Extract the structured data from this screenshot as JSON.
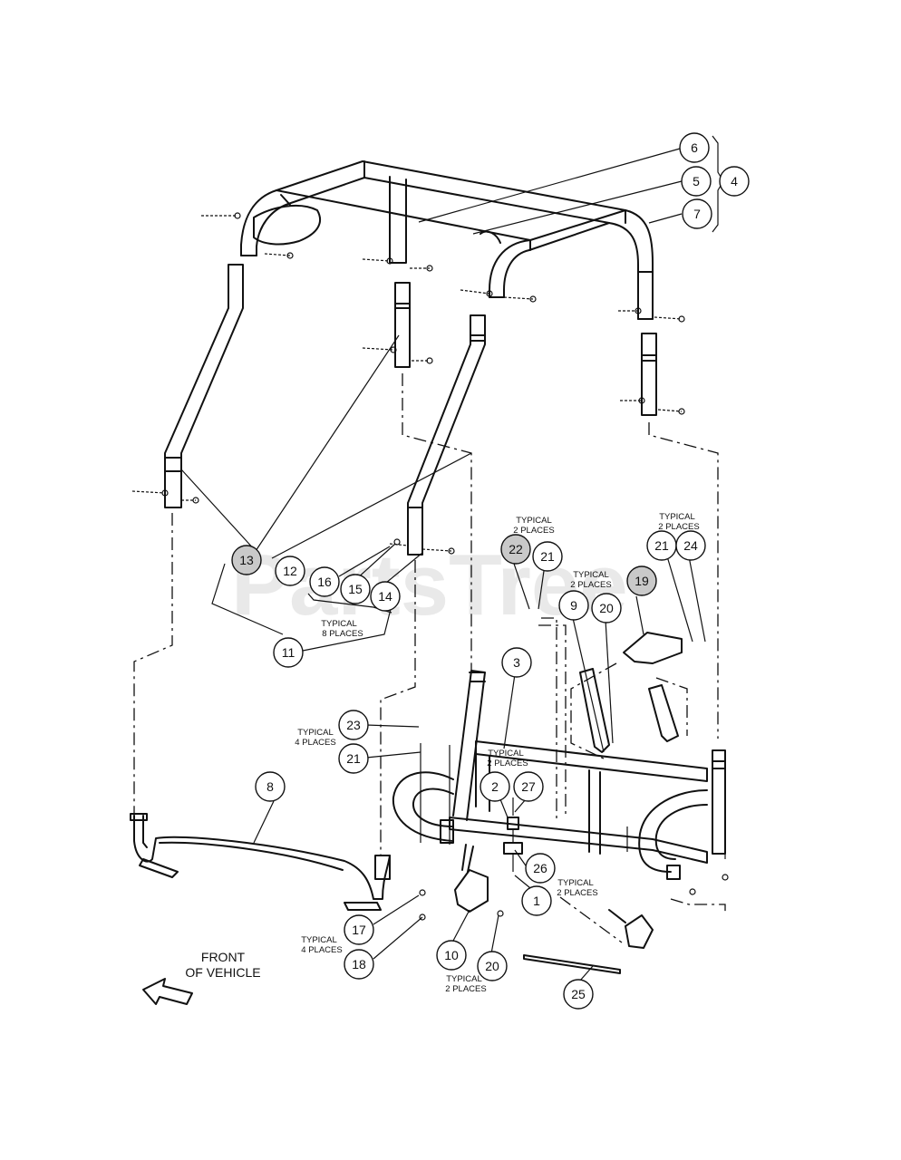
{
  "watermark": "PartsTree",
  "orientation": {
    "line1": "FRONT",
    "line2": "OF VEHICLE"
  },
  "callouts": [
    {
      "id": "c6",
      "label": "6",
      "shaded": false
    },
    {
      "id": "c5",
      "label": "5",
      "shaded": false
    },
    {
      "id": "c4",
      "label": "4",
      "shaded": false
    },
    {
      "id": "c7",
      "label": "7",
      "shaded": false
    },
    {
      "id": "c13",
      "label": "13",
      "shaded": true
    },
    {
      "id": "c12",
      "label": "12",
      "shaded": false
    },
    {
      "id": "c16",
      "label": "16",
      "shaded": false
    },
    {
      "id": "c15",
      "label": "15",
      "shaded": false
    },
    {
      "id": "c14",
      "label": "14",
      "shaded": false
    },
    {
      "id": "c11",
      "label": "11",
      "shaded": false
    },
    {
      "id": "c22",
      "label": "22",
      "shaded": true
    },
    {
      "id": "c21a",
      "label": "21",
      "shaded": false
    },
    {
      "id": "c9",
      "label": "9",
      "shaded": false
    },
    {
      "id": "c20a",
      "label": "20",
      "shaded": false
    },
    {
      "id": "c19",
      "label": "19",
      "shaded": true
    },
    {
      "id": "c21b",
      "label": "21",
      "shaded": false
    },
    {
      "id": "c24",
      "label": "24",
      "shaded": false
    },
    {
      "id": "c3",
      "label": "3",
      "shaded": false
    },
    {
      "id": "c23",
      "label": "23",
      "shaded": false
    },
    {
      "id": "c21c",
      "label": "21",
      "shaded": false
    },
    {
      "id": "c8",
      "label": "8",
      "shaded": false
    },
    {
      "id": "c2",
      "label": "2",
      "shaded": false
    },
    {
      "id": "c27",
      "label": "27",
      "shaded": false
    },
    {
      "id": "c26",
      "label": "26",
      "shaded": false
    },
    {
      "id": "c1",
      "label": "1",
      "shaded": false
    },
    {
      "id": "c17",
      "label": "17",
      "shaded": false
    },
    {
      "id": "c18",
      "label": "18",
      "shaded": false
    },
    {
      "id": "c10",
      "label": "10",
      "shaded": false
    },
    {
      "id": "c20b",
      "label": "20",
      "shaded": false
    },
    {
      "id": "c25",
      "label": "25",
      "shaded": false
    }
  ],
  "notes": {
    "n_22_21": [
      "TYPICAL",
      "2 PLACES"
    ],
    "n_21_24": [
      "TYPICAL",
      "2 PLACES"
    ],
    "n_9": [
      "TYPICAL",
      "2 PLACES"
    ],
    "n_11": [
      "TYPICAL",
      "8 PLACES"
    ],
    "n_23_21": [
      "TYPICAL",
      "4 PLACES"
    ],
    "n_2_27": [
      "TYPICAL",
      "2 PLACES"
    ],
    "n_1": [
      "TYPICAL",
      "2 PLACES"
    ],
    "n_18": [
      "TYPICAL",
      "4 PLACES"
    ],
    "n_10_20": [
      "TYPICAL",
      "2 PLACES"
    ]
  }
}
